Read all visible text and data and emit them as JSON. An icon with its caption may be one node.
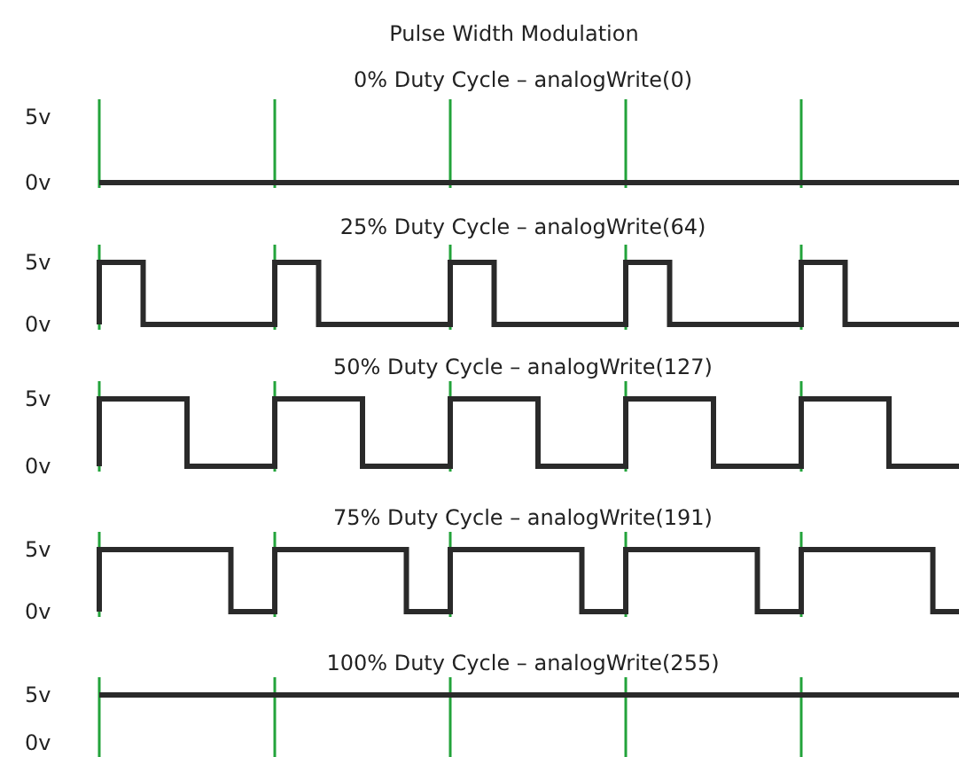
{
  "diagram": {
    "title": "Pulse Width Modulation",
    "labels": [
      "0% Duty Cycle – analogWrite(0)",
      "5v",
      "0v",
      "25% Duty Cycle – analogWrite(64)",
      "5v",
      "0v",
      "50% Duty Cycle – analogWrite(127)",
      "5v",
      "0v",
      "75% Duty Cycle – analogWrite(191)",
      "5v",
      "0v",
      "100% Duty Cycle – analogWrite(255)",
      "5v",
      "0v"
    ]
  }
}
